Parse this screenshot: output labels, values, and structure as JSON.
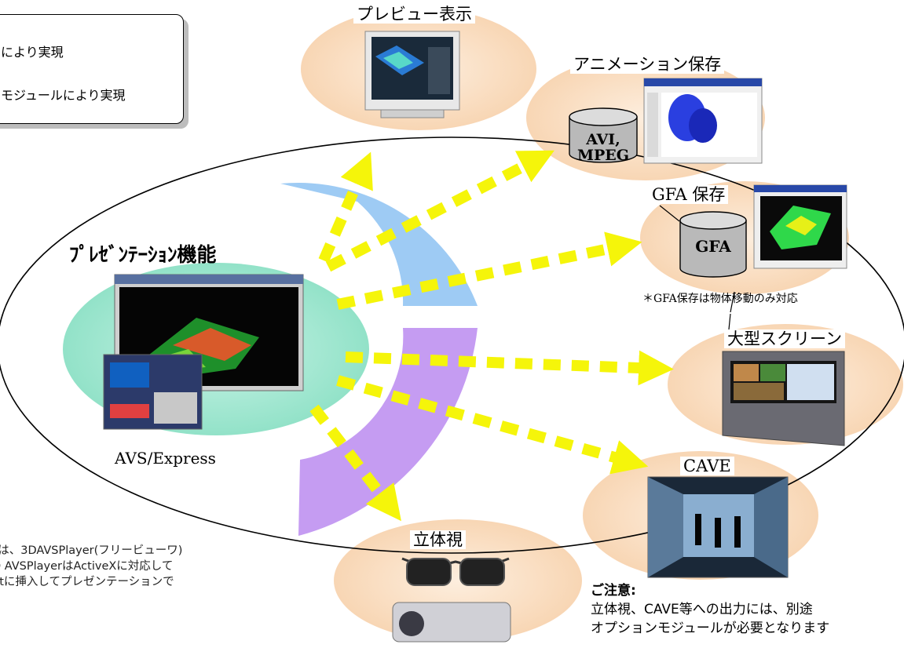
{
  "legend": {
    "line1": "により実現",
    "line2": "モジュールにより実現"
  },
  "center": {
    "title": "ﾌﾟﾚｾﾞﾝﾃｰｼｮﾝ機能",
    "caption": "AVS/Express"
  },
  "outputs": {
    "preview": "プレビュー表示",
    "animation": "アニメーション保存",
    "gfa": "GFA 保存",
    "large_screen": "大型スクリーン",
    "cave": "CAVE",
    "stereo": "立体視"
  },
  "storage": {
    "avi": "AVI,",
    "mpeg": "MPEG",
    "gfa": "GFA"
  },
  "gfa_note": "＊GFA保存は物体移動のみ対応",
  "left_note": {
    "line1": "ﾞは、3DAVSPlayer(フリービューワ)",
    "line2": "D AVSPlayerはActiveXに対応して",
    "line3": "ntに挿入してプレゼンテーションで"
  },
  "caution": {
    "title": "ご注意:",
    "line1": "立体視、CAVE等への出力には、別途",
    "line2": "オプションモジュールが必要となります"
  },
  "colors": {
    "ellipse_fill": "#fce4cc",
    "center_fill": "#a8ead4",
    "band_blue": "#9ecbf4",
    "band_purple": "#c59cf2",
    "arrow": "#f5f50a"
  }
}
